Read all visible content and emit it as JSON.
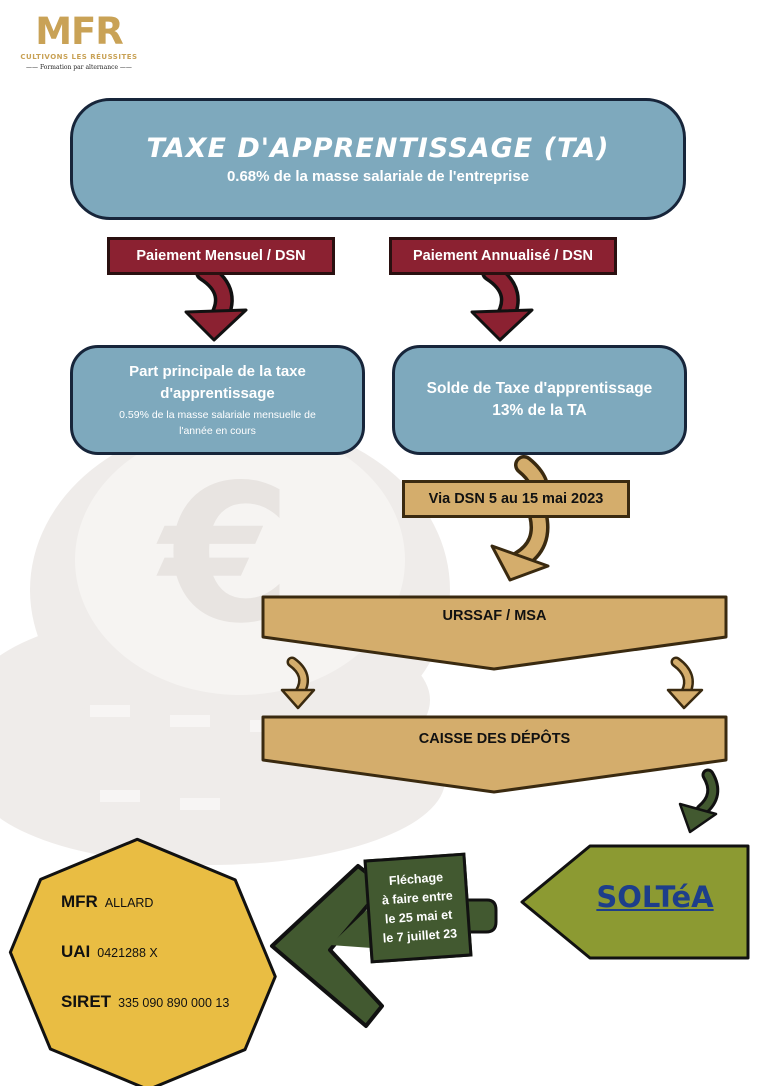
{
  "logo": {
    "mark": "MFR",
    "tagline": "CULTIVONS LES RÉUSSITES",
    "subtitle": "Formation par alternance"
  },
  "title": {
    "heading": "TAXE D'APPRENTISSAGE (TA)",
    "subheading": "0.68% de la masse salariale de l'entreprise"
  },
  "payment_labels": {
    "monthly": "Paiement Mensuel / DSN",
    "annual": "Paiement Annualisé / DSN"
  },
  "left_box": {
    "line1": "Part principale de la taxe",
    "line2": "d'apprentissage",
    "detail1": "0.59% de la masse salariale mensuelle de",
    "detail2": "l'année en cours"
  },
  "right_box": {
    "line1": "Solde de Taxe d'apprentissage",
    "line2": "13% de la TA"
  },
  "via_label": "Via DSN 5 au 15 mai 2023",
  "banners": {
    "urssaf": "URSSAF / MSA",
    "caisse": "CAISSE DES DÉPÔTS"
  },
  "soltea": "SOLTéA",
  "flechage": {
    "line1": "Fléchage",
    "line2": "à faire entre",
    "line3": "le 25 mai et",
    "line4": "le 7 juillet 23"
  },
  "school_info": {
    "mfr_label": "MFR",
    "mfr_value": "ALLARD",
    "uai_label": "UAI",
    "uai_value": "0421288 X",
    "siret_label": "SIRET",
    "siret_value": "335 090 890 000 13"
  },
  "colors": {
    "blue_box": "#7ea9bd",
    "dark_outline": "#17253a",
    "red_label": "#8b2131",
    "gold": "#d4ad6c",
    "olive": "#8c9a32",
    "dark_green": "#425930",
    "octagon_yellow": "#e9bd43",
    "link_blue": "#1d3e8a"
  }
}
